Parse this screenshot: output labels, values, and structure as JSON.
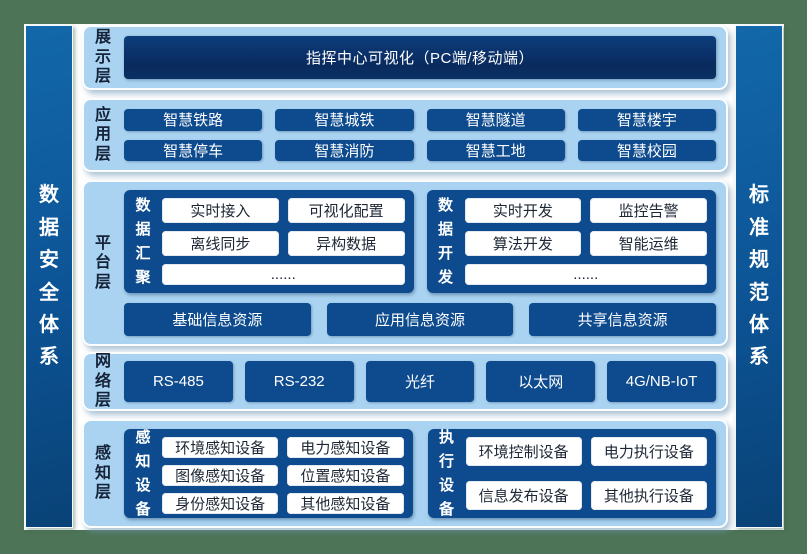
{
  "side": {
    "left": "数据安全体系",
    "right": "标准规范体系"
  },
  "layers": {
    "display": {
      "label": "展示层",
      "box": "指挥中心可视化（PC端/移动端）"
    },
    "application": {
      "label": "应用层",
      "items": [
        "智慧铁路",
        "智慧城铁",
        "智慧隧道",
        "智慧楼宇",
        "智慧停车",
        "智慧消防",
        "智慧工地",
        "智慧校园"
      ]
    },
    "platform": {
      "label": "平台层",
      "groups": [
        {
          "label": "数据汇聚",
          "items": [
            "实时接入",
            "可视化配置",
            "离线同步",
            "异构数据",
            "......"
          ]
        },
        {
          "label": "数据开发",
          "items": [
            "实时开发",
            "监控告警",
            "算法开发",
            "智能运维",
            "......"
          ]
        }
      ],
      "resources": [
        "基础信息资源",
        "应用信息资源",
        "共享信息资源"
      ]
    },
    "network": {
      "label": "网络层",
      "items": [
        "RS-485",
        "RS-232",
        "光纤",
        "以太网",
        "4G/NB-IoT"
      ]
    },
    "perception": {
      "label": "感知层",
      "groups": [
        {
          "label": "感知设备",
          "items": [
            "环境感知设备",
            "电力感知设备",
            "图像感知设备",
            "位置感知设备",
            "身份感知设备",
            "其他感知设备"
          ]
        },
        {
          "label": "执行设备",
          "items": [
            "环境控制设备",
            "电力执行设备",
            "信息发布设备",
            "其他执行设备"
          ]
        }
      ]
    }
  },
  "colors": {
    "background_green": "#4d7456",
    "panel_light_blue": "#a9d3f0",
    "box_blue": "#0d4b8e",
    "pillar_blue": "#0c5395",
    "command_navy": "#092a5d"
  }
}
